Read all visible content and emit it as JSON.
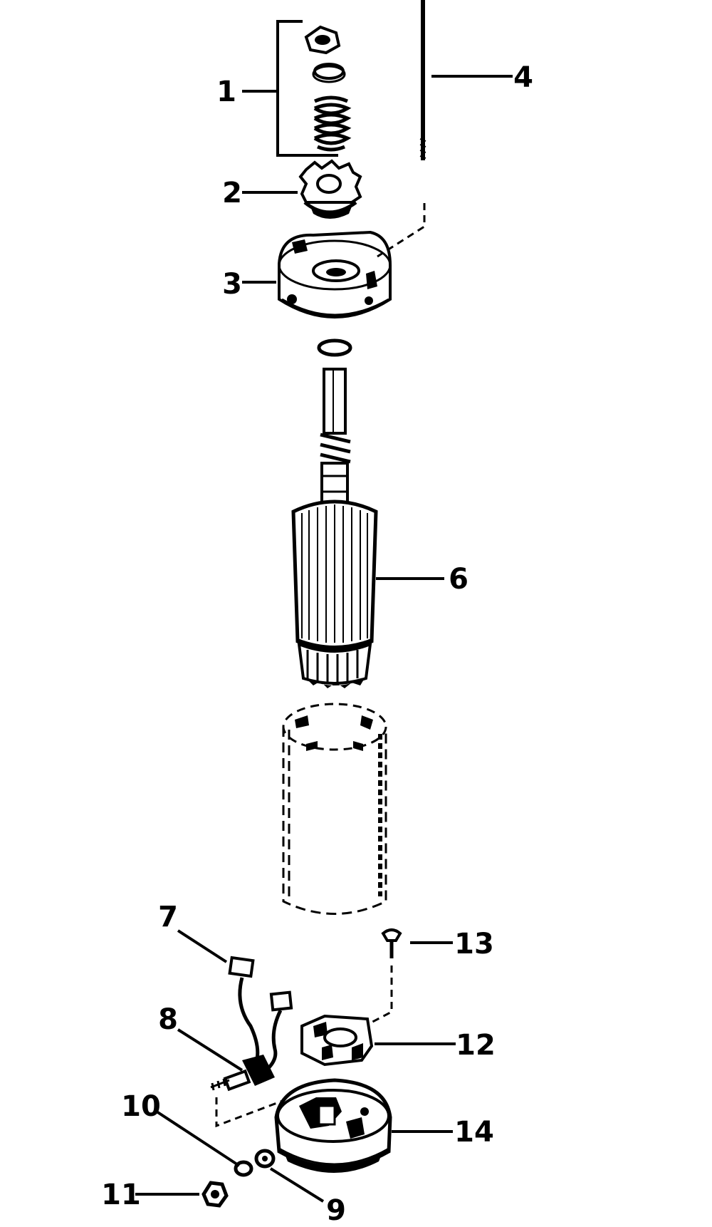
{
  "diagram": {
    "colors": {
      "ink": "#000000",
      "paper": "#ffffff"
    },
    "callouts": [
      {
        "id": "1",
        "label": "1"
      },
      {
        "id": "2",
        "label": "2"
      },
      {
        "id": "3",
        "label": "3"
      },
      {
        "id": "4",
        "label": "4"
      },
      {
        "id": "6",
        "label": "6"
      },
      {
        "id": "7",
        "label": "7"
      },
      {
        "id": "8",
        "label": "8"
      },
      {
        "id": "9",
        "label": "9"
      },
      {
        "id": "10",
        "label": "10"
      },
      {
        "id": "11",
        "label": "11"
      },
      {
        "id": "12",
        "label": "12"
      },
      {
        "id": "13",
        "label": "13"
      },
      {
        "id": "14",
        "label": "14"
      }
    ]
  }
}
